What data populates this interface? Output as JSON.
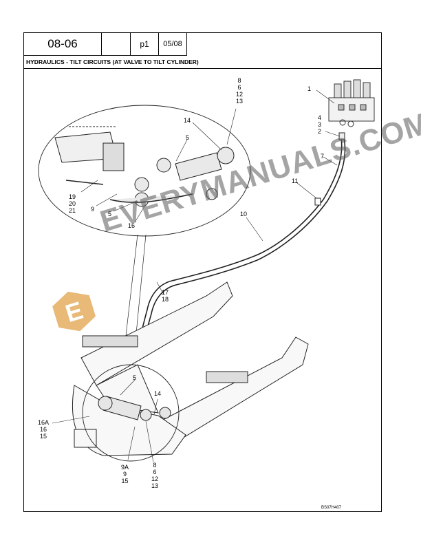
{
  "header": {
    "section_code": "08-06",
    "page": "p1",
    "date": "05/08"
  },
  "title": "HYDRAULICS - TILT CIRCUITS (AT VALVE TO TILT CYLINDER)",
  "watermark": {
    "text": "EVERYMANUALS.COM",
    "logo_letter": "E",
    "logo_color": "#e0a24a"
  },
  "reference_code": "BS07H407",
  "callouts": {
    "c1": [
      "1"
    ],
    "c4_3_2": [
      "4",
      "3",
      "2"
    ],
    "c7": [
      "7"
    ],
    "c11": [
      "11"
    ],
    "c10": [
      "10"
    ],
    "c8_top": [
      "8",
      "6",
      "12",
      "13"
    ],
    "c14_top": [
      "14"
    ],
    "c5_top": [
      "5"
    ],
    "c19": [
      "19",
      "20",
      "21"
    ],
    "c9_top": [
      "9"
    ],
    "c5_mid": [
      "5"
    ],
    "c16_top": [
      "16"
    ],
    "c17": [
      "17",
      "18"
    ],
    "c5_bottom": [
      "5"
    ],
    "c14_bottom": [
      "14"
    ],
    "c16A": [
      "16A",
      "16",
      "15"
    ],
    "c9A": [
      "9A",
      "9",
      "15"
    ],
    "c8_bottom": [
      "8",
      "6",
      "12",
      "13"
    ]
  }
}
